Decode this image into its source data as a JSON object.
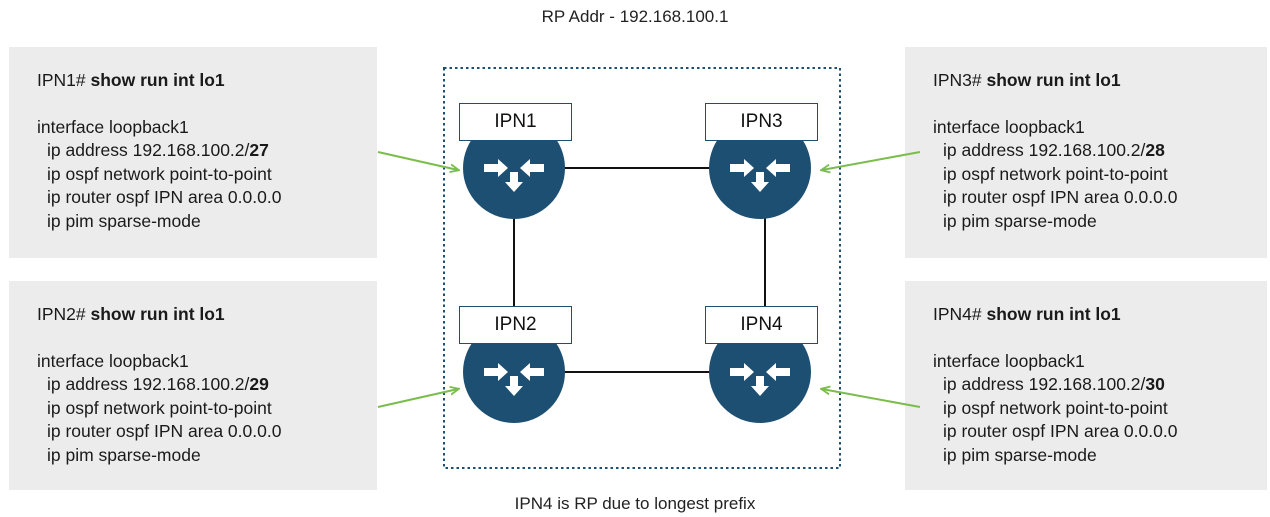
{
  "title": "RP Addr - 192.168.100.1",
  "footer": "IPN4 is RP due to longest prefix",
  "colors": {
    "router": "#1d4f73",
    "arrow": "#7bbd4c",
    "panel": "#ececec",
    "frame": "#1d4f73"
  },
  "routers": [
    {
      "label": "IPN1"
    },
    {
      "label": "IPN3"
    },
    {
      "label": "IPN2"
    },
    {
      "label": "IPN4"
    }
  ],
  "configs": [
    {
      "device": "IPN1",
      "prompt_prefix": "IPN1# ",
      "command": "show run int lo1",
      "interface": "interface loopback1",
      "ip_address_prefix": "ip address 192.168.100.2/",
      "mask": "27",
      "ospf_network": "ip ospf network point-to-point",
      "ospf_area": "ip router ospf IPN area 0.0.0.0",
      "pim": "ip pim sparse-mode"
    },
    {
      "device": "IPN2",
      "prompt_prefix": "IPN2# ",
      "command": "show run int lo1",
      "interface": "interface loopback1",
      "ip_address_prefix": "ip address 192.168.100.2/",
      "mask": "29",
      "ospf_network": "ip ospf network point-to-point",
      "ospf_area": "ip router ospf IPN area 0.0.0.0",
      "pim": "ip pim sparse-mode"
    },
    {
      "device": "IPN3",
      "prompt_prefix": "IPN3# ",
      "command": "show run int lo1",
      "interface": "interface loopback1",
      "ip_address_prefix": "ip address 192.168.100.2/",
      "mask": "28",
      "ospf_network": "ip ospf network point-to-point",
      "ospf_area": "ip router ospf IPN area 0.0.0.0",
      "pim": "ip pim sparse-mode"
    },
    {
      "device": "IPN4",
      "prompt_prefix": "IPN4# ",
      "command": "show run int lo1",
      "interface": "interface loopback1",
      "ip_address_prefix": "ip address 192.168.100.2/",
      "mask": "30",
      "ospf_network": "ip ospf network point-to-point",
      "ospf_area": "ip router ospf IPN area 0.0.0.0",
      "pim": "ip pim sparse-mode"
    }
  ]
}
